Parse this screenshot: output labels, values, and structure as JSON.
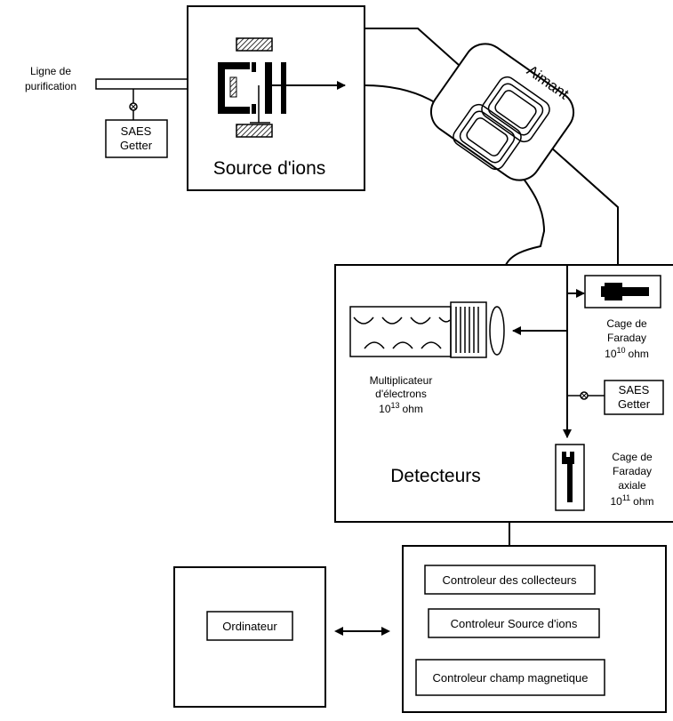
{
  "purification_line": {
    "line1": "Ligne de",
    "line2": "purification"
  },
  "getter_source": {
    "line1": "SAES",
    "line2": "Getter"
  },
  "ion_source": {
    "label": "Source d'ions"
  },
  "magnet": {
    "label": "Aimant"
  },
  "detectors": {
    "label": "Detecteurs",
    "multiplier": {
      "line1": "Multiplicateur",
      "line2": "d'électrons",
      "resistance_base": "10",
      "resistance_exp": "13",
      "resistance_unit": "ohm"
    },
    "faraday_cup": {
      "line1": "Cage de",
      "line2": "Faraday",
      "resistance_base": "10",
      "resistance_exp": "10",
      "resistance_unit": "ohm"
    },
    "getter": {
      "line1": "SAES",
      "line2": "Getter"
    },
    "axial_faraday_cup": {
      "line1": "Cage de",
      "line2": "Faraday",
      "line3": "axiale",
      "resistance_base": "10",
      "resistance_exp": "11",
      "resistance_unit": "ohm"
    }
  },
  "computer": {
    "label": "Ordinateur"
  },
  "controllers": [
    {
      "label": "Controleur des collecteurs"
    },
    {
      "label": "Controleur Source d'ions"
    },
    {
      "label": "Controleur champ magnetique"
    }
  ]
}
